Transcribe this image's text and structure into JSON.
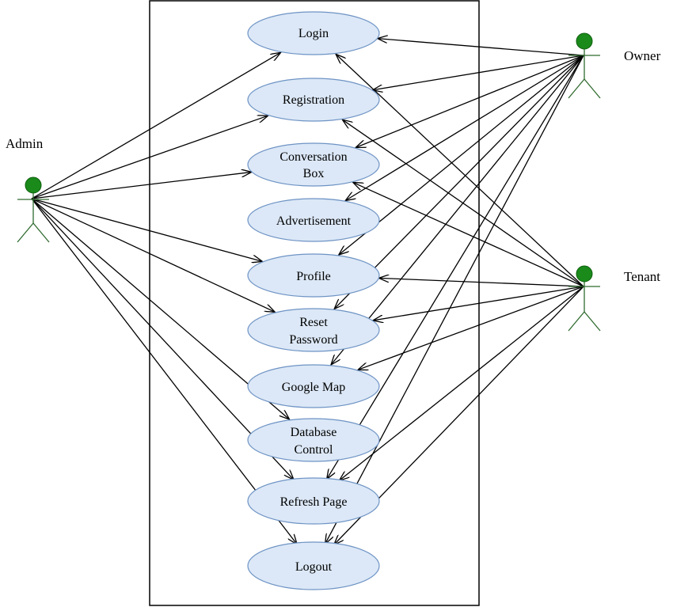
{
  "colors": {
    "usecase_fill": "#dce8f7",
    "usecase_stroke": "#6e93c4",
    "actor_head": "#1a8a1a",
    "actor_body": "#2f6b2f",
    "line": "#000000"
  },
  "actors": {
    "admin": "Admin",
    "owner": "Owner",
    "tenant": "Tenant"
  },
  "usecases": {
    "login": [
      "Login"
    ],
    "registration": [
      "Registration"
    ],
    "conversation_box": [
      "Conversation",
      "Box"
    ],
    "advertisement": [
      "Advertisement"
    ],
    "profile": [
      "Profile"
    ],
    "reset_password": [
      "Reset",
      "Password"
    ],
    "google_map": [
      "Google Map"
    ],
    "database_control": [
      "Database",
      "Control"
    ],
    "refresh_page": [
      "Refresh Page"
    ],
    "logout": [
      "Logout"
    ]
  },
  "associations": [
    {
      "from": "admin",
      "to": "login"
    },
    {
      "from": "admin",
      "to": "registration"
    },
    {
      "from": "admin",
      "to": "conversation_box"
    },
    {
      "from": "admin",
      "to": "profile"
    },
    {
      "from": "admin",
      "to": "reset_password"
    },
    {
      "from": "admin",
      "to": "database_control"
    },
    {
      "from": "admin",
      "to": "refresh_page"
    },
    {
      "from": "admin",
      "to": "logout"
    },
    {
      "from": "owner",
      "to": "login"
    },
    {
      "from": "owner",
      "to": "registration"
    },
    {
      "from": "owner",
      "to": "conversation_box"
    },
    {
      "from": "owner",
      "to": "advertisement"
    },
    {
      "from": "owner",
      "to": "profile"
    },
    {
      "from": "owner",
      "to": "reset_password"
    },
    {
      "from": "owner",
      "to": "google_map"
    },
    {
      "from": "owner",
      "to": "refresh_page"
    },
    {
      "from": "owner",
      "to": "logout"
    },
    {
      "from": "tenant",
      "to": "login"
    },
    {
      "from": "tenant",
      "to": "registration"
    },
    {
      "from": "tenant",
      "to": "conversation_box"
    },
    {
      "from": "tenant",
      "to": "profile"
    },
    {
      "from": "tenant",
      "to": "reset_password"
    },
    {
      "from": "tenant",
      "to": "google_map"
    },
    {
      "from": "tenant",
      "to": "refresh_page"
    },
    {
      "from": "tenant",
      "to": "logout"
    }
  ]
}
